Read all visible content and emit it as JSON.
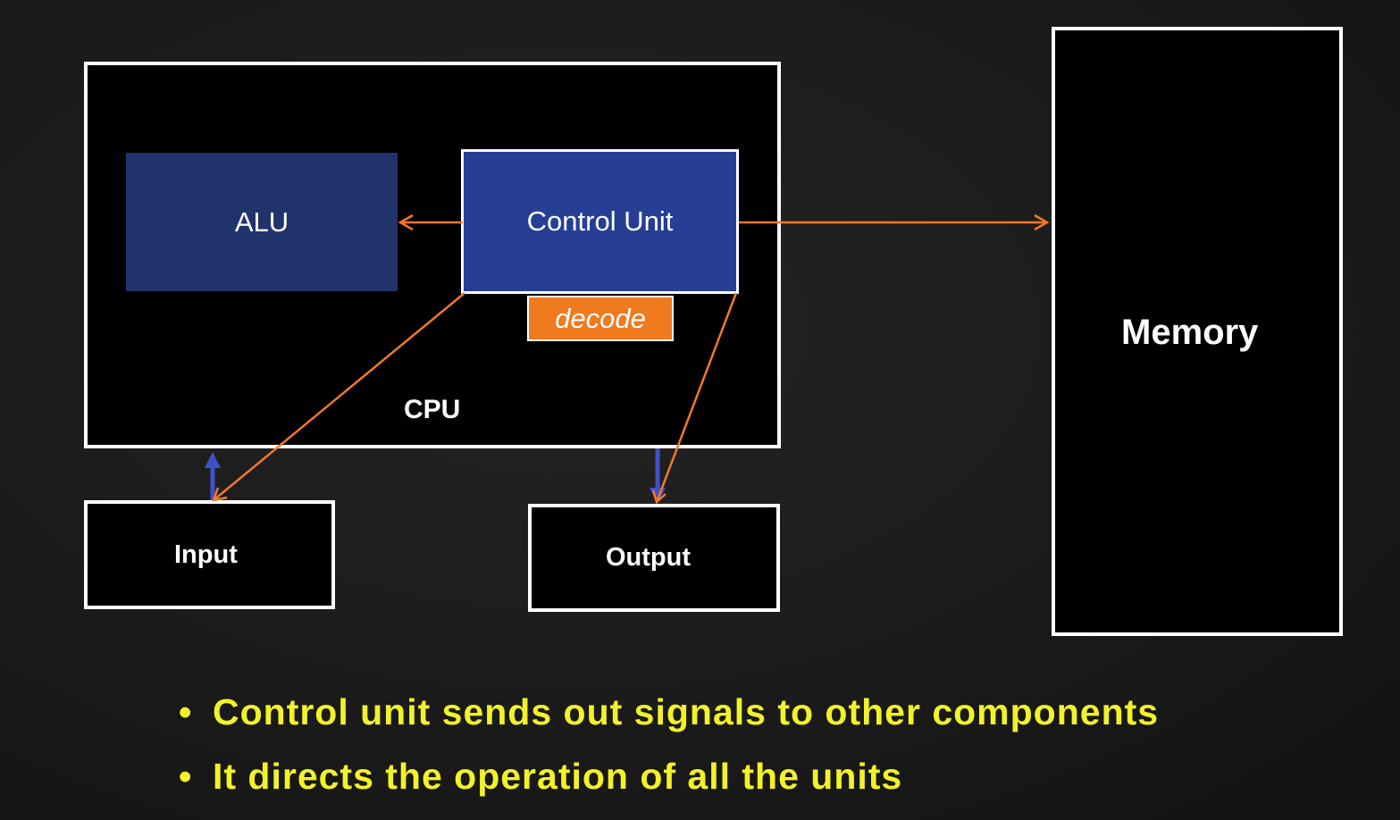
{
  "diagram": {
    "cpu": {
      "label": "CPU"
    },
    "alu": {
      "label": "ALU"
    },
    "control_unit": {
      "label": "Control Unit"
    },
    "decode": {
      "label": "decode"
    },
    "memory": {
      "label": "Memory"
    },
    "input": {
      "label": "Input"
    },
    "output": {
      "label": "Output"
    }
  },
  "bullets": [
    "Control unit sends out signals to other components",
    "It directs the operation of all the units"
  ],
  "bullet_glyph": "•",
  "colors": {
    "signal_arrow": "#f4782a",
    "data_arrow": "#3f51c8",
    "bullet_text": "#f2f228",
    "control_unit_fill": "#263f95",
    "alu_fill": "#21336b",
    "decode_fill": "#f07a1e"
  }
}
